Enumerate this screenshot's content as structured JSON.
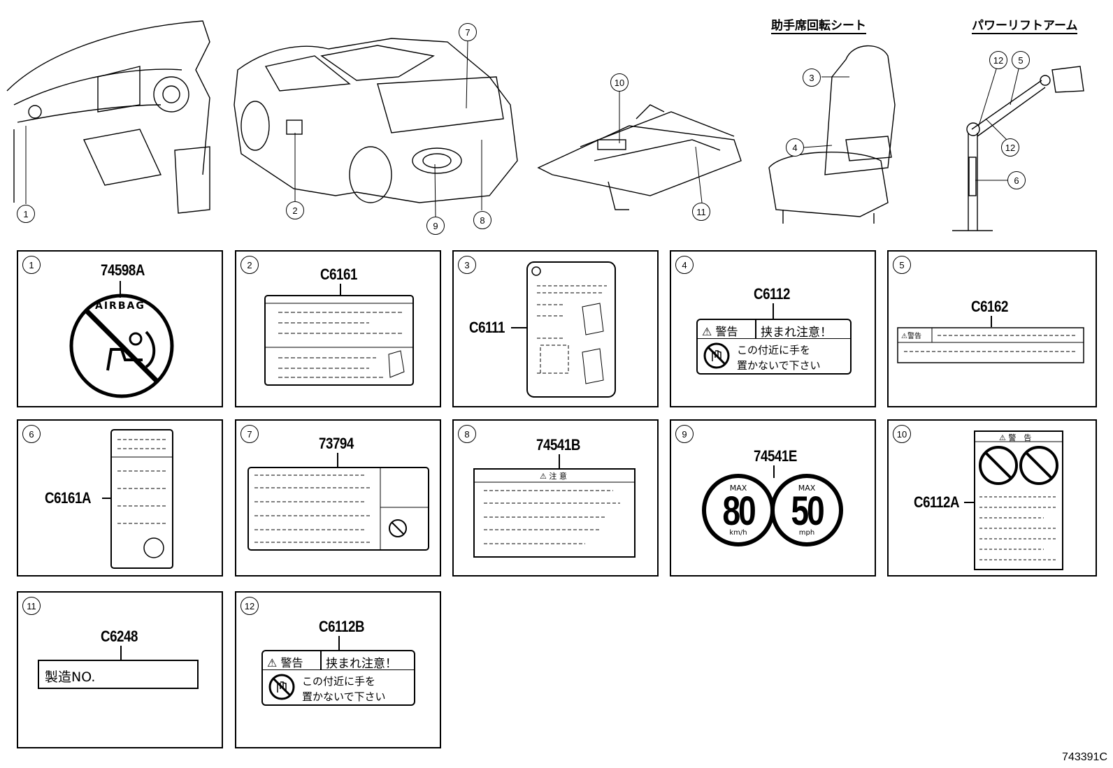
{
  "headings": {
    "seat": "助手席回転シート",
    "arm": "パワーリフトアーム"
  },
  "callouts": [
    "1",
    "2",
    "3",
    "4",
    "5",
    "6",
    "7",
    "8",
    "9",
    "10",
    "11",
    "12"
  ],
  "panels": [
    {
      "num": "1",
      "code": "74598A",
      "text": "AIRBAG"
    },
    {
      "num": "2",
      "code": "C6161"
    },
    {
      "num": "3",
      "code": "C6111"
    },
    {
      "num": "4",
      "code": "C6112",
      "warn": "警告",
      "title": "挟まれ注意！",
      "line1": "この付近に手を",
      "line2": "置かないで下さい"
    },
    {
      "num": "5",
      "code": "C6162",
      "warn": "警告"
    },
    {
      "num": "6",
      "code": "C6161A"
    },
    {
      "num": "7",
      "code": "73794"
    },
    {
      "num": "8",
      "code": "74541B"
    },
    {
      "num": "9",
      "code": "74541E",
      "sign1": {
        "max": "MAX",
        "value": "80",
        "unit": "km/h"
      },
      "sign2": {
        "max": "MAX",
        "value": "50",
        "unit": "mph"
      }
    },
    {
      "num": "10",
      "code": "C6112A",
      "warn": "警　告"
    },
    {
      "num": "11",
      "code": "C6248",
      "text": "製造NO."
    },
    {
      "num": "12",
      "code": "C6112B",
      "warn": "警告",
      "title": "挟まれ注意！",
      "line1": "この付近に手を",
      "line2": "置かないで下さい"
    }
  ],
  "figure_id": "743391C"
}
